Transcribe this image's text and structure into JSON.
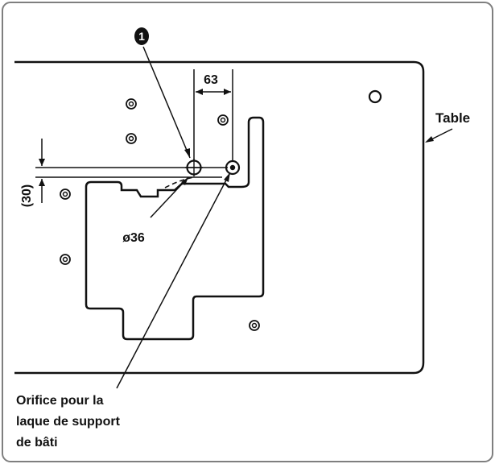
{
  "callout": {
    "number": "1"
  },
  "dimensions": {
    "horizontal": "63",
    "vertical": "(30)",
    "diameter": "ø36"
  },
  "labels": {
    "table": "Table",
    "orifice_line1": "Orifice pour la",
    "orifice_line2": "laque de support",
    "orifice_line3": "de bâti"
  }
}
